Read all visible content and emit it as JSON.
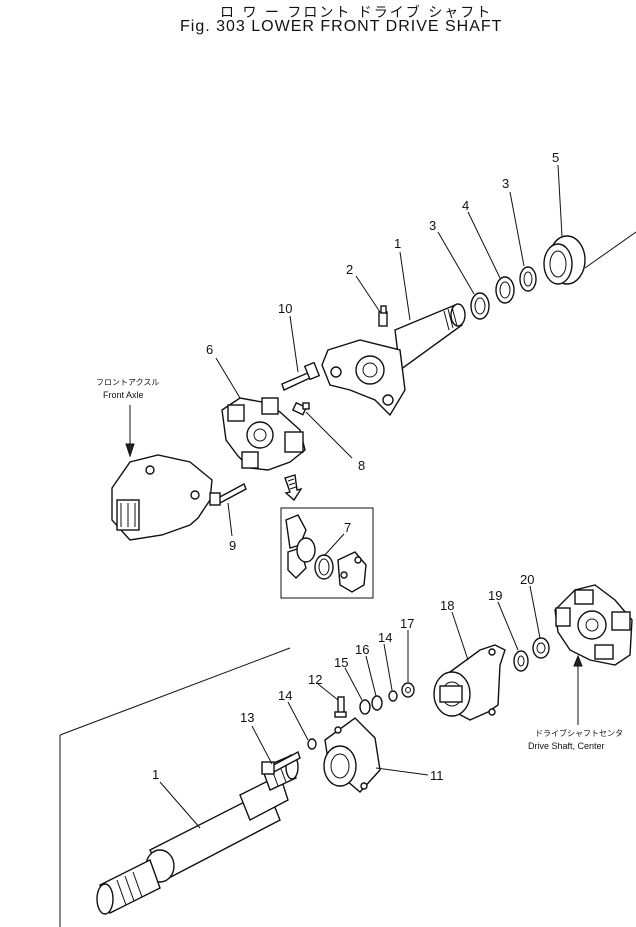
{
  "title": {
    "japanese": "ロ ワ ー  フロント  ドライブ シャフト",
    "english": "Fig. 303 LOWER FRONT DRIVE SHAFT"
  },
  "labels": {
    "front_axle_jp": "フロントアクスル",
    "front_axle_en": "Front Axle",
    "drive_shaft_center_jp": "ドライブシャフトセンタ",
    "drive_shaft_center_en": "Drive Shaft, Center"
  },
  "callouts": [
    "1",
    "2",
    "3",
    "3",
    "4",
    "5",
    "6",
    "7",
    "8",
    "9",
    "10",
    "1",
    "11",
    "12",
    "13",
    "14",
    "14",
    "15",
    "16",
    "17",
    "18",
    "19",
    "20"
  ]
}
